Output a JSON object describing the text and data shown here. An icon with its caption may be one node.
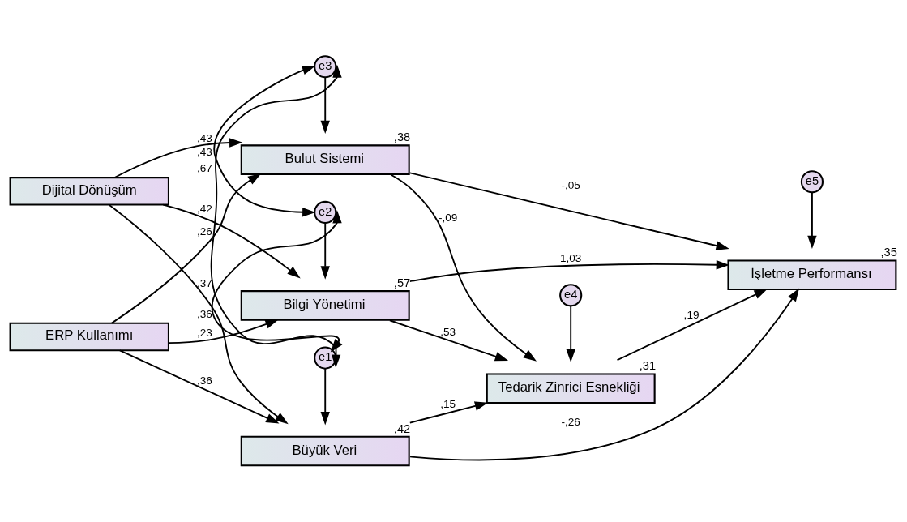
{
  "diagram": {
    "nodes": [
      {
        "text": [
          "Bilgi Yönetimi"
        ],
        "beside": [
          ",57"
        ]
      },
      {
        "text": [
          "Dijital Dönüşüm"
        ]
      },
      {
        "text": [
          "Büyük Veri"
        ],
        "beside": [
          ",42"
        ]
      },
      {
        "text": [
          "Tedarik Zinrici Esnekliği"
        ],
        "beside": [
          ",31"
        ]
      },
      {
        "text": [
          "İşletme Performansı"
        ],
        "beside": [
          ",35"
        ]
      },
      {
        "text": [
          "ERP Kullanımı"
        ]
      },
      {
        "text": [
          "Bulut Sistemi"
        ],
        "beside": [
          ",38"
        ]
      },
      {
        "text": [
          "e2"
        ]
      },
      {
        "text": [
          "e1"
        ]
      },
      {
        "text": [
          "e4"
        ]
      },
      {
        "text": [
          "e5"
        ]
      },
      {
        "text": [
          "e3"
        ]
      }
    ],
    "edges": [
      {
        "from": 1,
        "to": 0,
        "arrow": "to",
        "label": ",42"
      },
      {
        "from": 1,
        "to": 2,
        "arrow": "to",
        "label": ",37"
      },
      {
        "from": 1,
        "to": 6,
        "arrow": "to",
        "label": ",43"
      },
      {
        "from": 5,
        "to": 0,
        "arrow": "to",
        "label": ",23"
      },
      {
        "from": 5,
        "to": 2,
        "arrow": "to",
        "label": ",36"
      },
      {
        "from": 5,
        "to": 6,
        "arrow": "to",
        "label": ",26"
      },
      {
        "from": 0,
        "to": 3,
        "arrow": "to",
        "label": ",53"
      },
      {
        "from": 0,
        "to": 4,
        "arrow": "to",
        "label": "1,03"
      },
      {
        "from": 2,
        "to": 3,
        "arrow": "to",
        "label": ",15"
      },
      {
        "from": 2,
        "to": 4,
        "arrow": "to",
        "label": "-,26"
      },
      {
        "from": 6,
        "to": 3,
        "arrow": "to",
        "label": "-,09"
      },
      {
        "from": 3,
        "to": 4,
        "arrow": "to",
        "label": ",19"
      },
      {
        "from": 6,
        "to": 4,
        "arrow": "to",
        "label": "-,05"
      },
      {
        "from": 7,
        "to": 0,
        "arrow": "to"
      },
      {
        "from": 8,
        "to": 2,
        "arrow": "to"
      },
      {
        "from": 9,
        "to": 3,
        "arrow": "to"
      },
      {
        "from": 10,
        "to": 4,
        "arrow": "to"
      },
      {
        "from": 11,
        "to": 6,
        "arrow": "to"
      },
      {
        "from": 7,
        "to": 8,
        "arrow": "both",
        "label": ",36"
      },
      {
        "from": 8,
        "to": 11,
        "arrow": "both",
        "label": ",67"
      },
      {
        "from": 7,
        "to": 11,
        "arrow": "both",
        "label": ",43"
      }
    ]
  }
}
